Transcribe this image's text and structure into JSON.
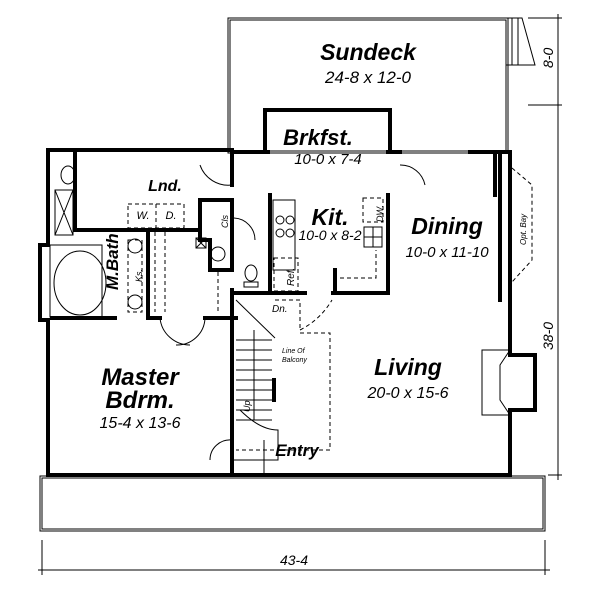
{
  "rooms": {
    "sundeck": {
      "name": "Sundeck",
      "size": "24-8 x 12-0"
    },
    "brkfst": {
      "name": "Brkfst.",
      "size": "10-0 x 7-4"
    },
    "lnd": {
      "name": "Lnd."
    },
    "kit": {
      "name": "Kit.",
      "size": "10-0 x 8-2"
    },
    "dining": {
      "name": "Dining",
      "size": "10-0 x 11-10"
    },
    "mbath": {
      "name": "M.Bath"
    },
    "master": {
      "name": "Master",
      "name2": "Bdrm.",
      "size": "15-4 x 13-6"
    },
    "living": {
      "name": "Living",
      "size": "20-0 x 15-6"
    },
    "entry": {
      "name": "Entry"
    }
  },
  "fixtures": {
    "washer": "W.",
    "dryer": "D.",
    "closet": "Cls",
    "dishwasher": "DW.",
    "ref": "Ref.",
    "ks": "Ks.",
    "down": "Dn.",
    "up": "Up",
    "balcony1": "Line Of",
    "balcony2": "Balcony",
    "bay": "Opt. Bay"
  },
  "dimensions": {
    "width": "43-4",
    "depth": "38-0",
    "deck": "8-0"
  }
}
